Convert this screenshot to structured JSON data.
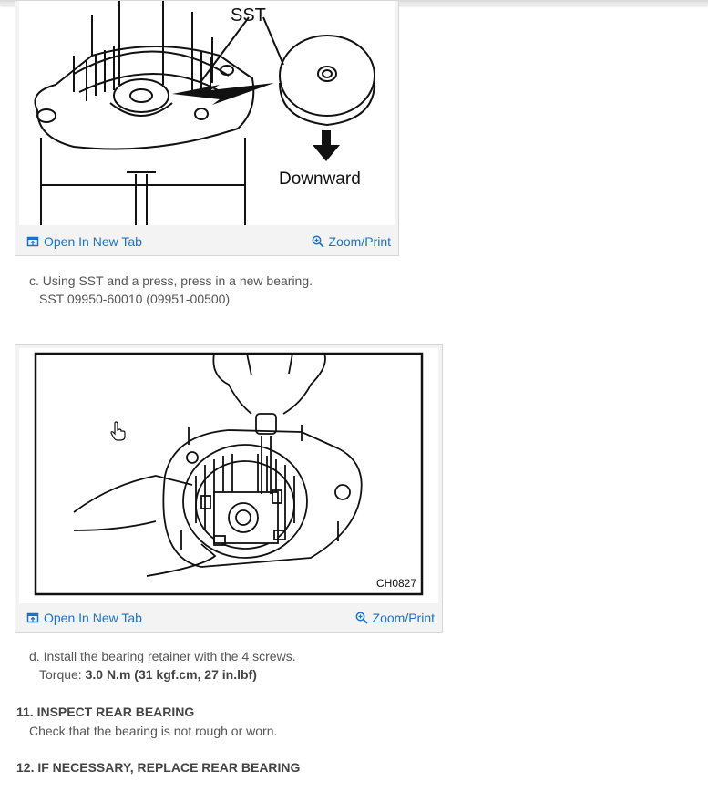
{
  "figure1": {
    "label_sst": "SST",
    "label_downward": "Downward",
    "open_tab_label": "Open In New Tab",
    "zoom_label": "Zoom/Print"
  },
  "step_c": {
    "line1": "c. Using SST and a press, press in a new bearing.",
    "line2": "SST 09950-60010 (09951-00500)"
  },
  "figure2": {
    "code": "CH0827",
    "open_tab_label": "Open In New Tab",
    "zoom_label": "Zoom/Print"
  },
  "step_d": {
    "line1": "d. Install the bearing retainer with the 4 screws.",
    "torque_label": "Torque:",
    "torque_value": "3.0 N.m (31 kgf.cm, 27 in.lbf)"
  },
  "section11": {
    "heading": "11. INSPECT REAR BEARING",
    "text": "Check that the bearing is not rough or worn."
  },
  "section12": {
    "heading": "12. IF NECESSARY, REPLACE REAR BEARING"
  },
  "colors": {
    "link": "#1a73c9",
    "text": "#555555",
    "heading": "#444444",
    "frame": "#f3f3f3"
  }
}
